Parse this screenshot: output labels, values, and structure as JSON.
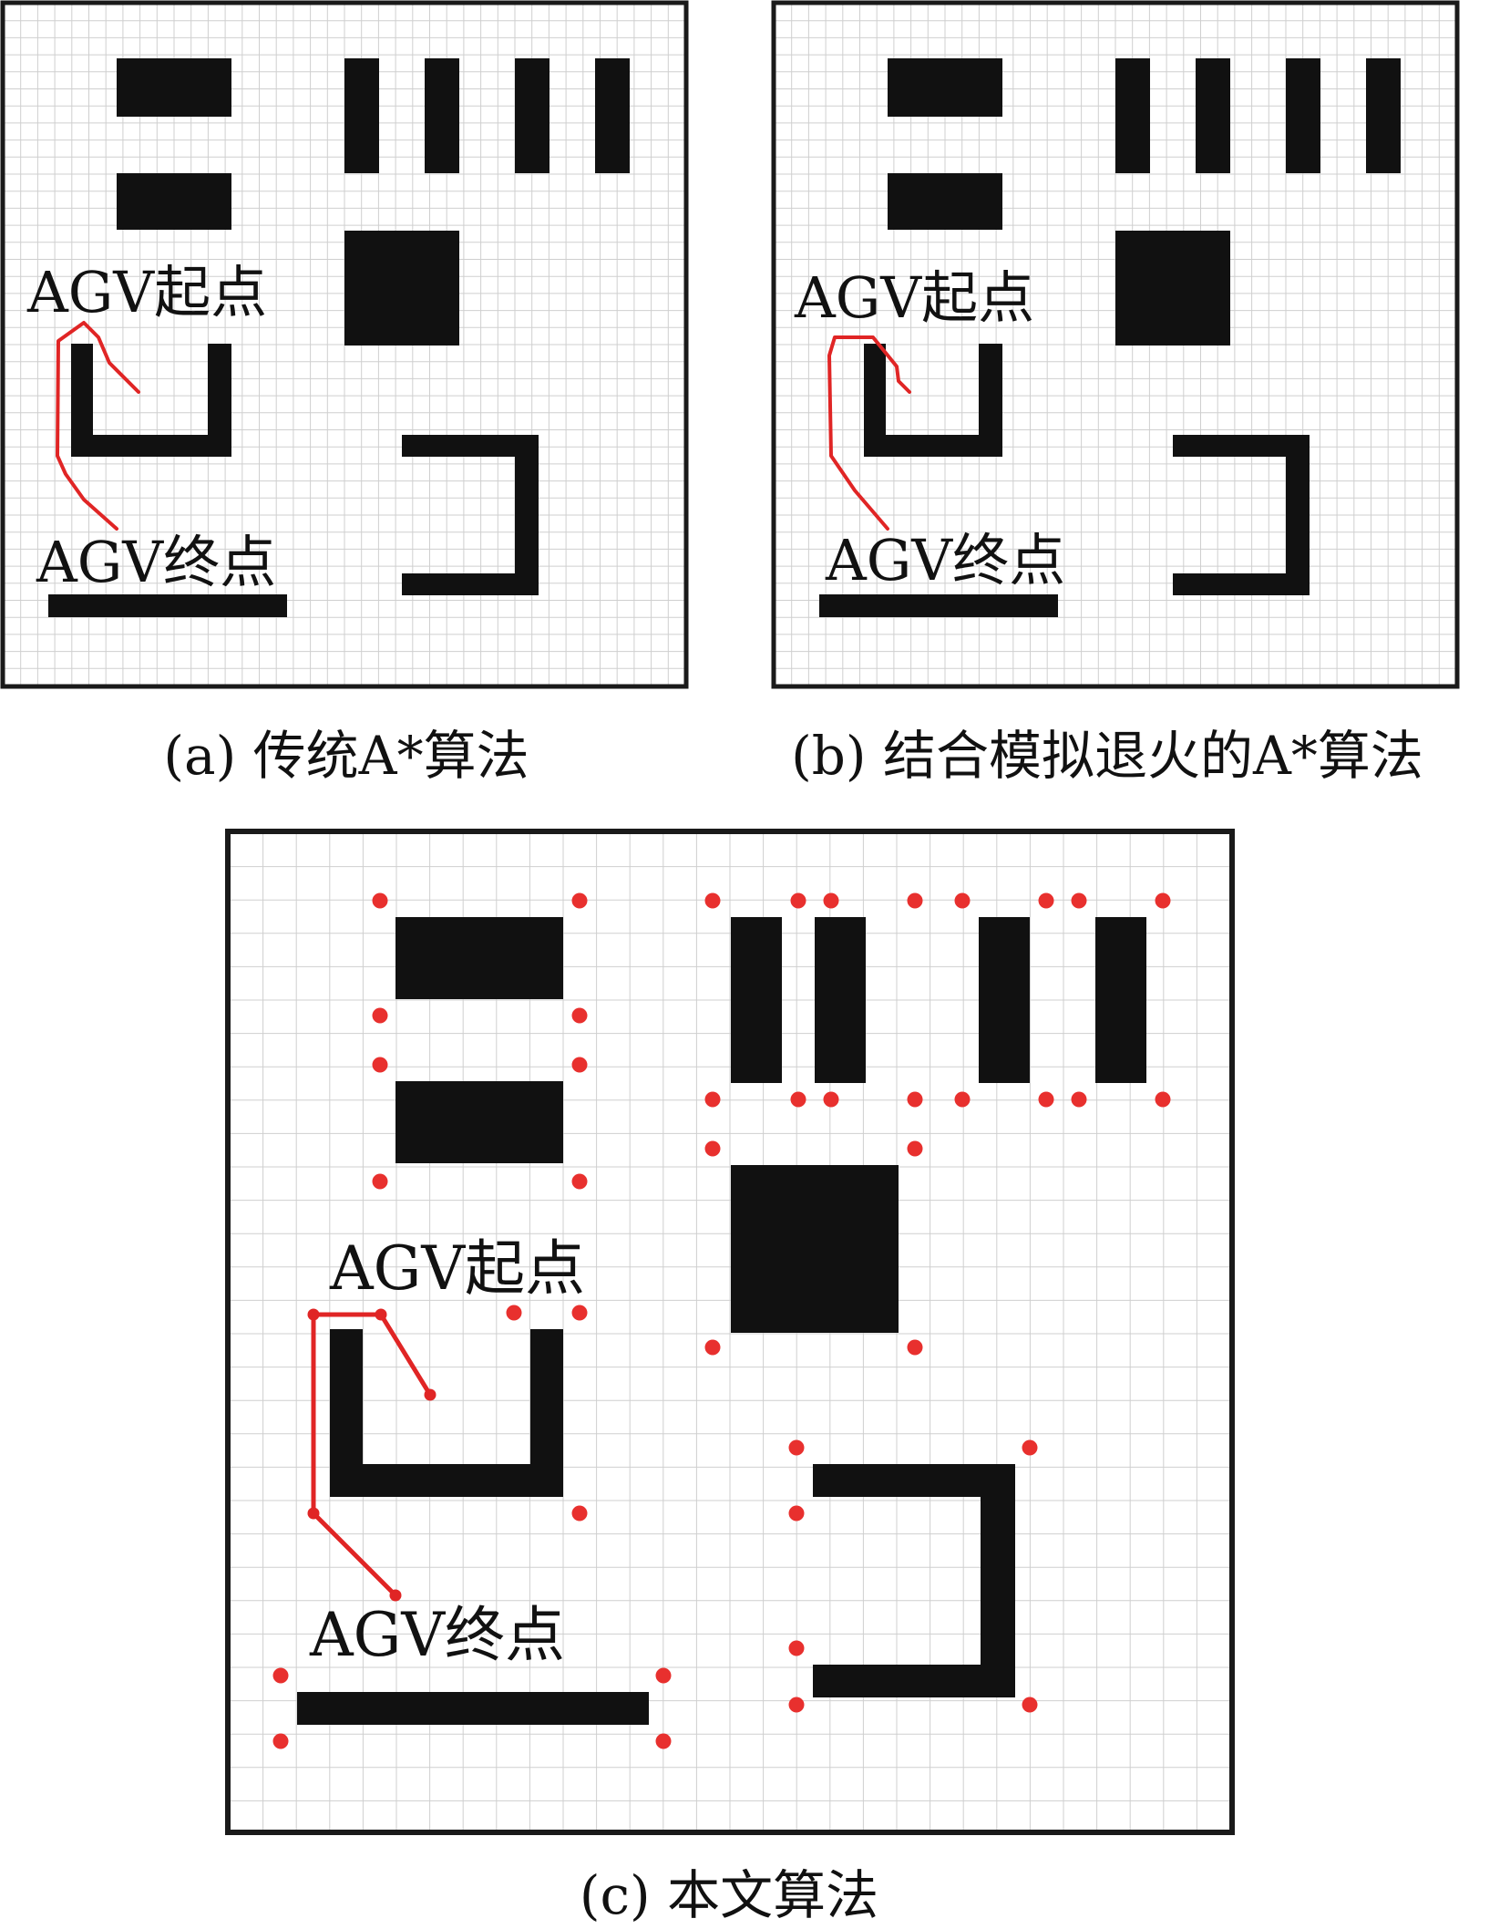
{
  "colors": {
    "obstacle": "#111111",
    "path": "#e02525",
    "node": "#e8302e",
    "grid": "#cfcfcf",
    "border": "#1a1a1a"
  },
  "labels": {
    "start": "AGV起点",
    "end": "AGV终点"
  },
  "panels": [
    {
      "id": "a",
      "caption": "(a) 传统A*算法"
    },
    {
      "id": "b",
      "caption": "(b) 结合模拟退火的A*算法"
    },
    {
      "id": "c",
      "caption": "(c) 本文算法"
    }
  ]
}
